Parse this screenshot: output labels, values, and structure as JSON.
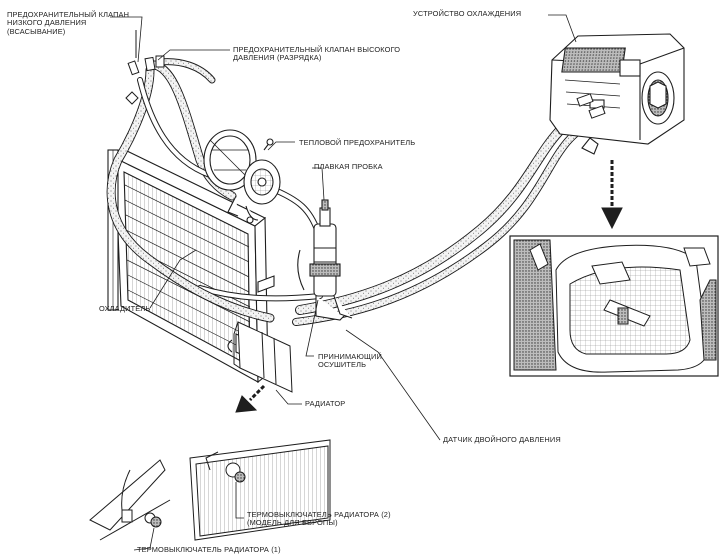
{
  "labels": {
    "low_pressure_valve": [
      "ПРЕДОХРАНИТЕЛЬНЫЙ КЛАПАН",
      "НИЗКОГО ДАВЛЕНИЯ",
      "(ВСАСЫВАНИЕ)"
    ],
    "high_pressure_valve": [
      "ПРЕДОХРАНИТЕЛЬНЫЙ КЛАПАН ВЫСОКОГО",
      "ДАВЛЕНИЯ (РАЗРЯДКА)"
    ],
    "cooling_unit": "УСТРОЙСТВО ОХЛАЖДЕНИЯ",
    "thermal_fuse": "ТЕПЛОВОЙ ПРЕДОХРАНИТЕЛЬ",
    "fusible_plug": "ПЛАВКАЯ ПРОБКА",
    "condenser": "ОХЛАДИТЕЛЬ",
    "receiver_dryer": [
      "ПРИНИМАЮЩИЙ",
      "ОСУШИТЕЛЬ"
    ],
    "radiator": "РАДИАТОР",
    "dual_pressure_sensor": "ДАТЧИК ДВОЙНОГО ДАВЛЕНИЯ",
    "radiator_thermoswitch_2": [
      "ТЕРМОВЫКЛЮЧАТЕЛЬ РАДИАТОРА (2)",
      "(МОДЕЛЬ ДЛЯ ЕВРОПЫ)"
    ],
    "radiator_thermoswitch_1": "ТЕРМОВЫКЛЮЧАТЕЛЬ РАДИАТОРА (1)"
  },
  "colors": {
    "ink": "#1e1e1e",
    "hose_fill": "#f4f4f4",
    "stipple": "#555555",
    "background": "#ffffff"
  }
}
